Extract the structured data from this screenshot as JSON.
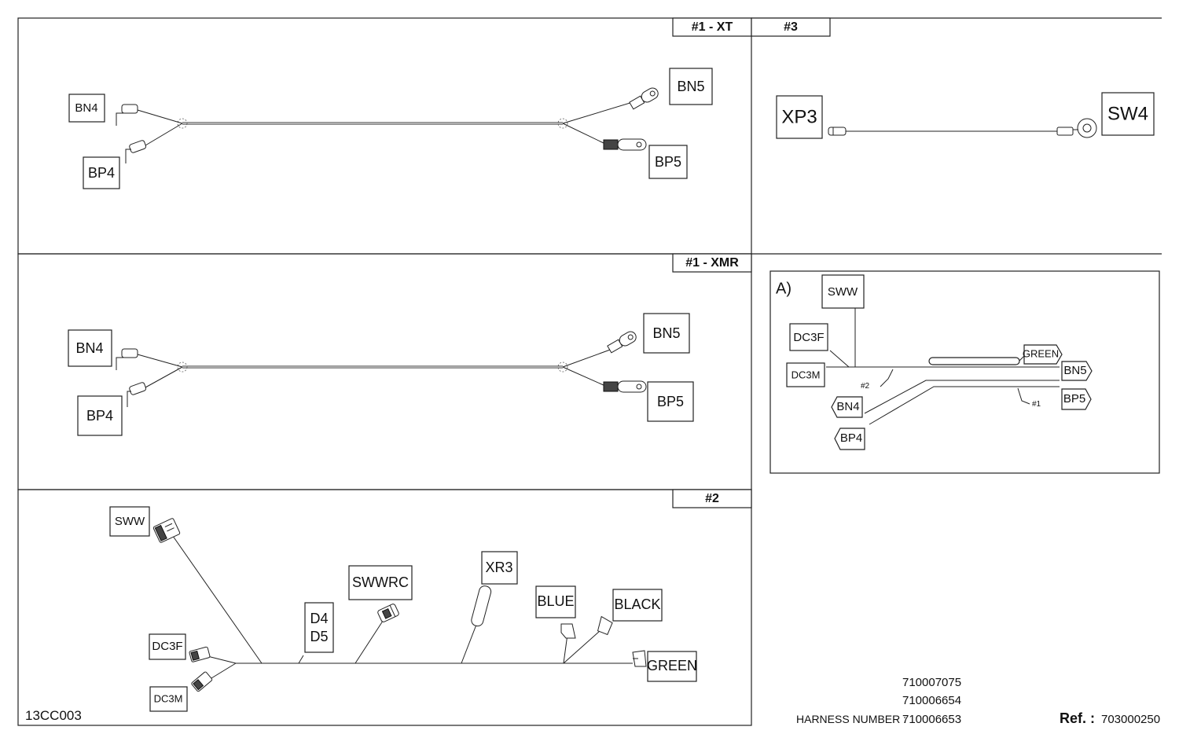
{
  "panel_xt": {
    "tag": "#1 - XT",
    "labels": {
      "bn4": "BN4",
      "bp4": "BP4",
      "bn5": "BN5",
      "bp5": "BP5"
    }
  },
  "panel_3": {
    "tag": "#3",
    "labels": {
      "xp3": "XP3",
      "sw4": "SW4"
    }
  },
  "panel_xmr": {
    "tag": "#1 - XMR",
    "labels": {
      "bn4": "BN4",
      "bp4": "BP4",
      "bn5": "BN5",
      "bp5": "BP5"
    }
  },
  "panel_a": {
    "title": "A)",
    "labels": {
      "sww": "SWW",
      "dc3f": "DC3F",
      "dc3m": "DC3M",
      "green": "GREEN",
      "bn5": "BN5",
      "bp5": "BP5",
      "bn4": "BN4",
      "bp4": "BP4",
      "note_2": "#2",
      "note_1": "#1"
    }
  },
  "panel_2": {
    "tag": "#2",
    "labels": {
      "sww": "SWW",
      "swwrc": "SWWRC",
      "xr3": "XR3",
      "d4": "D4",
      "d5": "D5",
      "blue": "BLUE",
      "black": "BLACK",
      "green": "GREEN",
      "dc3f": "DC3F",
      "dc3m": "DC3M"
    }
  },
  "footer": {
    "drawing_id": "13CC003",
    "harness_label": "HARNESS NUMBER :",
    "harness_numbers": [
      "710007075",
      "710006654",
      "710006653"
    ],
    "ref_label": "Ref. :",
    "ref_number": "703000250"
  }
}
